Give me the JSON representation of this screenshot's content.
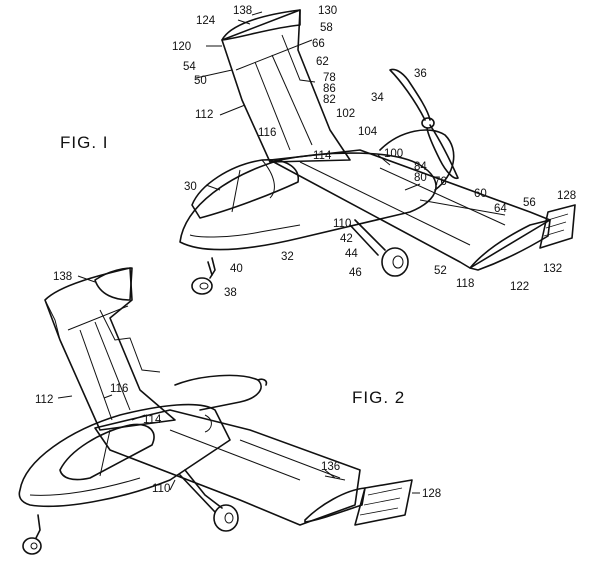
{
  "figures": {
    "fig1": {
      "label": "FIG. I"
    },
    "fig2": {
      "label": "FIG. 2"
    }
  },
  "refs_fig1": [
    "138",
    "130",
    "124",
    "58",
    "120",
    "66",
    "54",
    "62",
    "50",
    "36",
    "78",
    "86",
    "82",
    "34",
    "102",
    "112",
    "104",
    "116",
    "100",
    "114",
    "84",
    "80",
    "76",
    "30",
    "60",
    "64",
    "56",
    "128",
    "110",
    "42",
    "44",
    "40",
    "32",
    "46",
    "52",
    "118",
    "122",
    "132",
    "38"
  ],
  "refs_fig2": [
    "138",
    "112",
    "116",
    "114",
    "110",
    "136",
    "128"
  ]
}
